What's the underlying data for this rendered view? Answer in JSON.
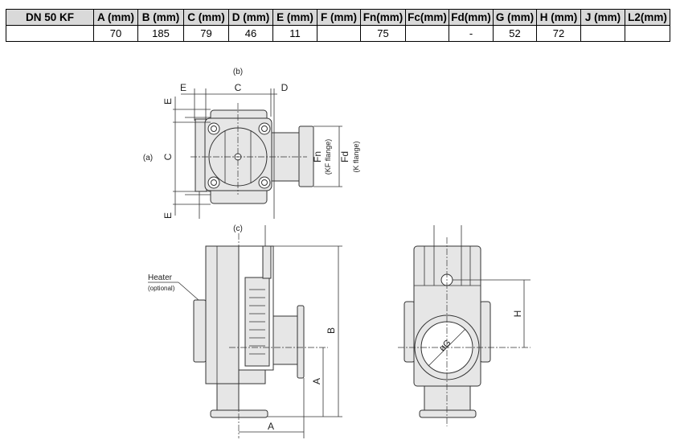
{
  "table": {
    "headers": [
      "DN 50 KF",
      "A (mm)",
      "B (mm)",
      "C (mm)",
      "D (mm)",
      "E (mm)",
      "F (mm)",
      "Fn(mm)",
      "Fc(mm)",
      "Fd(mm)",
      "G (mm)",
      "H (mm)",
      "J (mm)",
      "L2(mm)"
    ],
    "row": [
      "",
      "70",
      "185",
      "79",
      "46",
      "11",
      "",
      "75",
      "",
      "-",
      "52",
      "72",
      "",
      ""
    ]
  },
  "drawing": {
    "view_a": "(a)",
    "view_b": "(b)",
    "view_c": "(c)",
    "top": {
      "E_left": "E",
      "C_top": "C",
      "D": "D",
      "E_upper": "E",
      "C_side": "C",
      "E_lower": "E",
      "Fn": "Fn",
      "Fn_note": "(KF flange)",
      "Fd": "Fd",
      "Fd_note": "(K flange)"
    },
    "side": {
      "heater": "Heater",
      "heater_note": "(optional)",
      "B": "B",
      "A_vertical": "A",
      "A_horizontal": "A"
    },
    "front": {
      "H": "H",
      "G": "øG"
    }
  }
}
